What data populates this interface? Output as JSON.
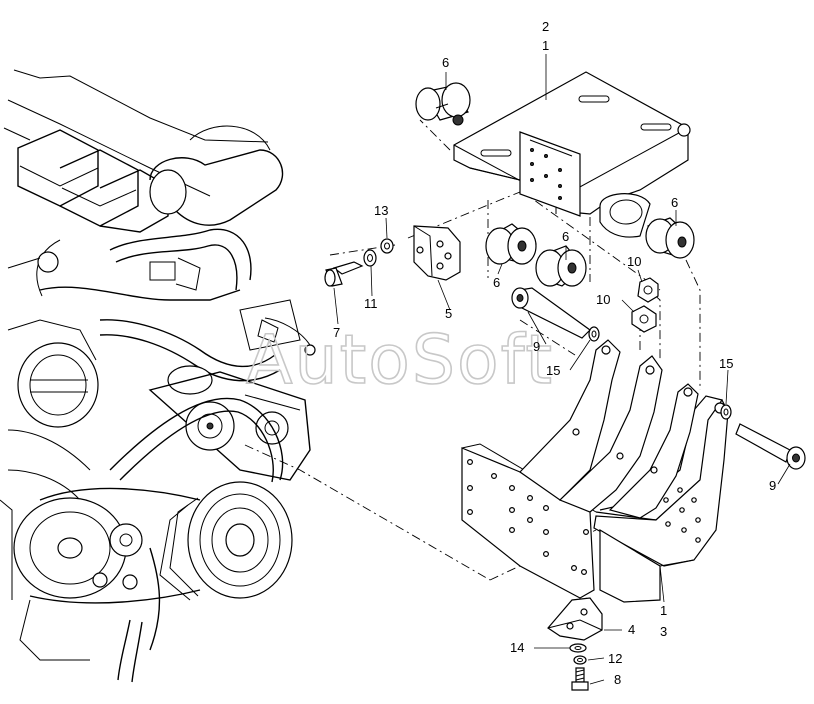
{
  "watermark": "AutoSoft",
  "callouts": [
    {
      "id": "c-2",
      "text": "2"
    },
    {
      "id": "c-1a",
      "text": "1"
    },
    {
      "id": "c-6a",
      "text": "6"
    },
    {
      "id": "c-6b",
      "text": "6"
    },
    {
      "id": "c-6c",
      "text": "6"
    },
    {
      "id": "c-6d",
      "text": "6"
    },
    {
      "id": "c-13",
      "text": "13"
    },
    {
      "id": "c-11",
      "text": "11"
    },
    {
      "id": "c-7",
      "text": "7"
    },
    {
      "id": "c-5",
      "text": "5"
    },
    {
      "id": "c-10a",
      "text": "10"
    },
    {
      "id": "c-10b",
      "text": "10"
    },
    {
      "id": "c-9a",
      "text": "9"
    },
    {
      "id": "c-15a",
      "text": "15"
    },
    {
      "id": "c-15b",
      "text": "15"
    },
    {
      "id": "c-9b",
      "text": "9"
    },
    {
      "id": "c-1b",
      "text": "1"
    },
    {
      "id": "c-3",
      "text": "3"
    },
    {
      "id": "c-4",
      "text": "4"
    },
    {
      "id": "c-14",
      "text": "14"
    },
    {
      "id": "c-12",
      "text": "12"
    },
    {
      "id": "c-8",
      "text": "8"
    }
  ]
}
